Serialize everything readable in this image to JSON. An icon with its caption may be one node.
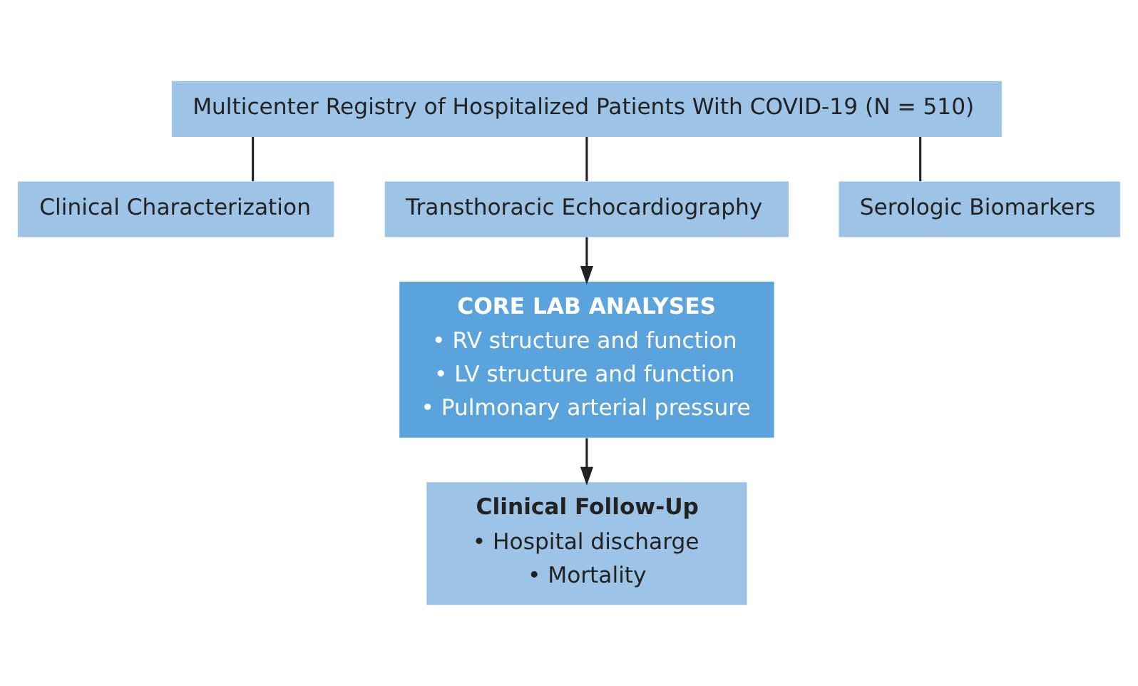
{
  "diagram": {
    "nodes": [
      {
        "text": [
          "Multicenter Registry of Hospitalized Patients With COVID-19 (N = 510)"
        ]
      },
      {
        "text": [
          "Clinical Characterization"
        ]
      },
      {
        "text": [
          "Transthoracic Echocardiography"
        ]
      },
      {
        "text": [
          "Serologic Biomarkers"
        ]
      },
      {
        "text": [
          "CORE LAB ANALYSES",
          "• RV structure and function",
          "• LV structure and function",
          "• Pulmonary arterial pressure"
        ]
      },
      {
        "text": [
          "Clinical Follow-Up",
          "• Hospital discharge",
          "• Mortality"
        ]
      }
    ],
    "edges": [
      {
        "from": 0,
        "to": 1,
        "arrow": "none"
      },
      {
        "from": 0,
        "to": 2,
        "arrow": "none"
      },
      {
        "from": 0,
        "to": 3,
        "arrow": "none"
      },
      {
        "from": 2,
        "to": 4,
        "arrow": "to"
      },
      {
        "from": 4,
        "to": 5,
        "arrow": "to"
      }
    ]
  }
}
